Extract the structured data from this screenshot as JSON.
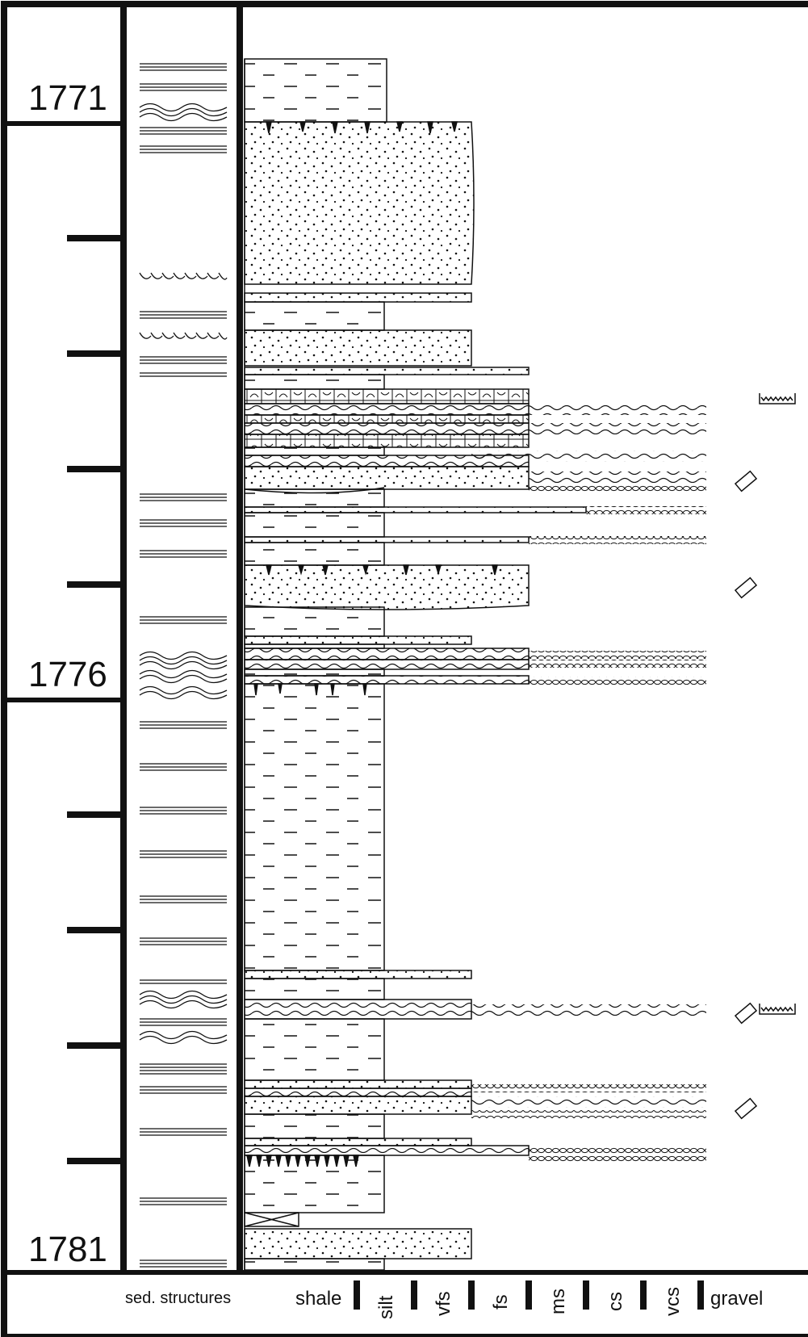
{
  "depth_labels": [
    "1771",
    "1776",
    "1781"
  ],
  "column_headers": {
    "sed_structures": "sed. structures",
    "grain_sizes": [
      "shale",
      "silt",
      "vfs",
      "fs",
      "ms",
      "cs",
      "vcs",
      "gravel"
    ]
  },
  "colors": {
    "ink": "#111111",
    "background": "#ffffff"
  },
  "icons": [
    "parallel-lamination-icon",
    "wavy-bedding-icon",
    "trough-cross-bedding-icon",
    "diamond-clast-icon",
    "mudcrack-icon",
    "covered-interval-icon"
  ]
}
